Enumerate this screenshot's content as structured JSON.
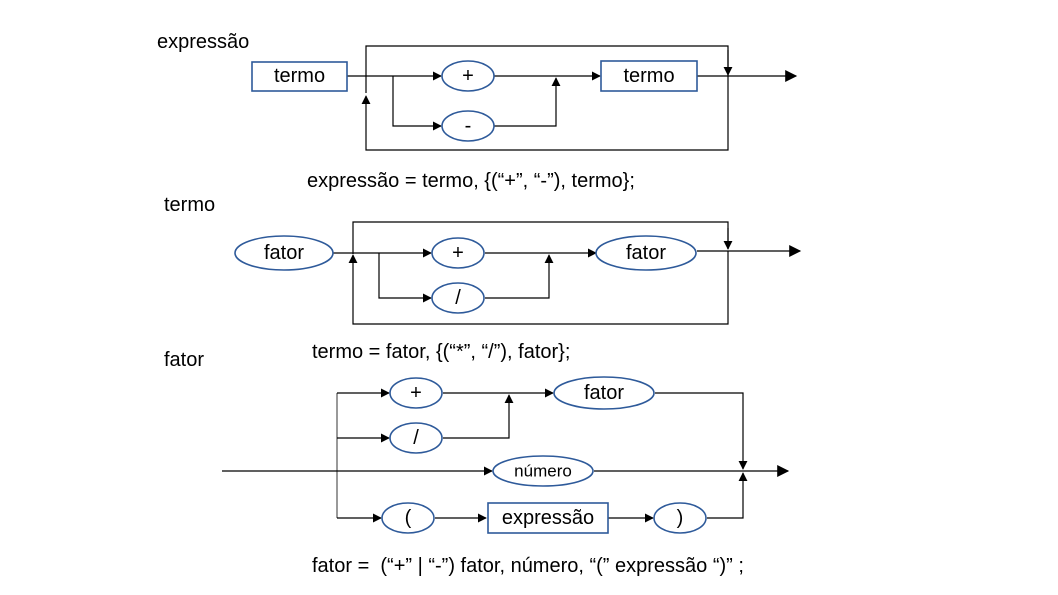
{
  "sections": {
    "expressao": {
      "title": "expressão",
      "rule": "expressão = termo, {(“+”, “-”), termo};",
      "nodes": {
        "in": "termo",
        "plus": "+",
        "minus": "-",
        "out": "termo"
      }
    },
    "termo": {
      "title": "termo",
      "rule": "termo = fator, {(“*”, “/”), fator};",
      "nodes": {
        "in": "fator",
        "plus": "+",
        "slash": "/",
        "out": "fator"
      }
    },
    "fator": {
      "title": "fator",
      "rule": "fator =  (“+” | “-”) fator, número, “(” expressão “)” ;",
      "nodes": {
        "plus": "+",
        "slash": "/",
        "fator": "fator",
        "numero": "número",
        "open": "(",
        "expr": "expressão",
        "close": ")"
      }
    }
  },
  "colors": {
    "node_border": "#2e5a9a",
    "line": "#000000"
  }
}
